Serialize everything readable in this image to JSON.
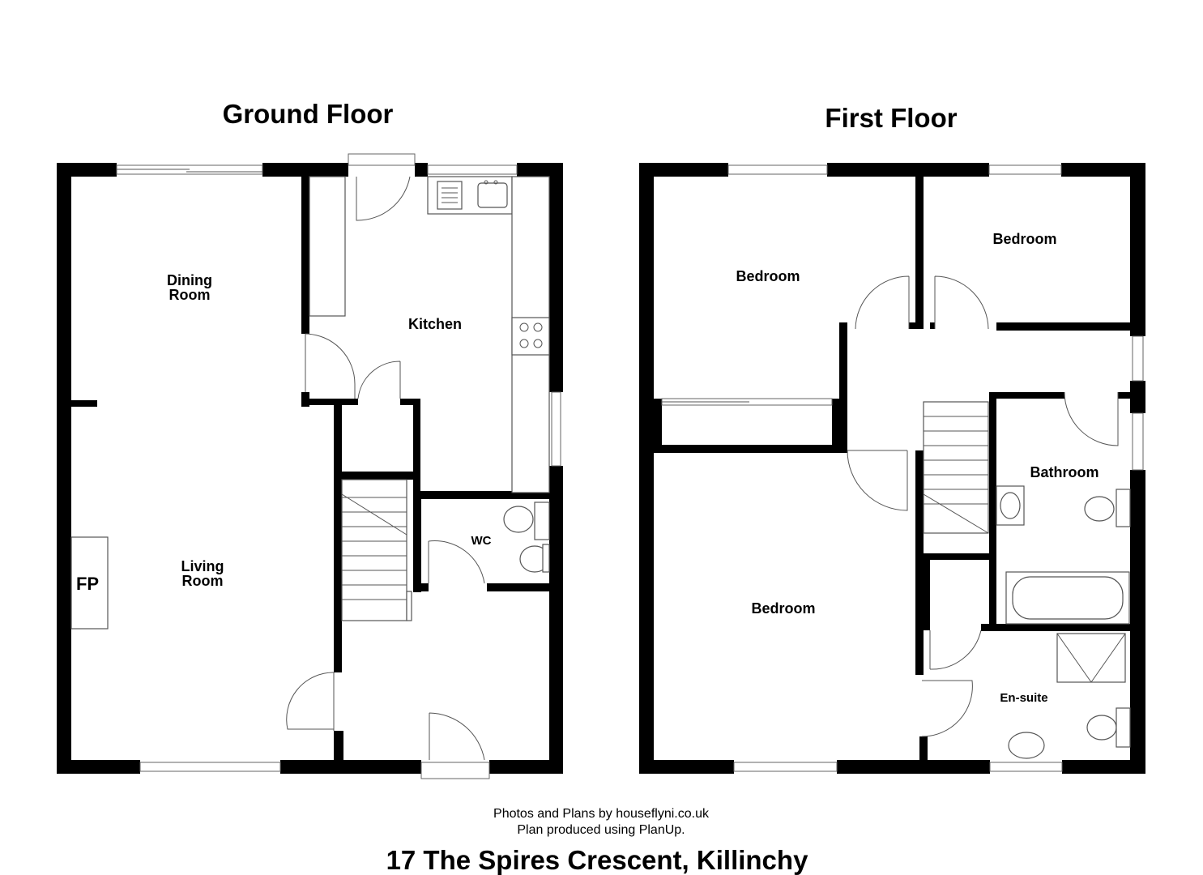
{
  "floors": [
    {
      "title": "Ground Floor",
      "rooms": [
        {
          "id": "dining",
          "lines": [
            "Dining",
            "Room"
          ]
        },
        {
          "id": "kitchen",
          "lines": [
            "Kitchen"
          ]
        },
        {
          "id": "living",
          "lines": [
            "Living",
            "Room"
          ]
        },
        {
          "id": "wc",
          "lines": [
            "WC"
          ]
        },
        {
          "id": "fp",
          "lines": [
            "FP"
          ]
        }
      ]
    },
    {
      "title": "First Floor",
      "rooms": [
        {
          "id": "bedroom1",
          "lines": [
            "Bedroom"
          ]
        },
        {
          "id": "bedroom2",
          "lines": [
            "Bedroom"
          ]
        },
        {
          "id": "bathroom",
          "lines": [
            "Bathroom"
          ]
        },
        {
          "id": "bedroom3",
          "lines": [
            "Bedroom"
          ]
        },
        {
          "id": "ensuite",
          "lines": [
            "En-suite"
          ]
        }
      ]
    }
  ],
  "credits": {
    "line1": "Photos and Plans by houseflyni.co.uk",
    "line2": "Plan produced using PlanUp."
  },
  "address": "17 The Spires Crescent, Killinchy"
}
